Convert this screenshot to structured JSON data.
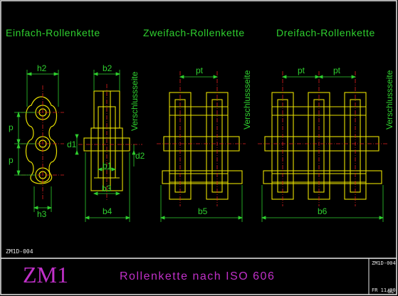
{
  "headings": {
    "single": "Einfach-Rollenkette",
    "double": "Zweifach-Rollenkette",
    "triple": "Dreifach-Rollenkette"
  },
  "dims": {
    "h2": "h2",
    "b2": "b2",
    "p_top": "p",
    "p_bottom": "p",
    "d1": "d1",
    "d2": "d2",
    "b1": "b1",
    "b3": "b3",
    "h3": "h3",
    "b4": "b4",
    "pt_double": "pt",
    "pt_triple_a": "pt",
    "pt_triple_b": "pt",
    "b5": "b5",
    "b6": "b6"
  },
  "closure_labels": {
    "single": "Verschlussseite",
    "double": "Verschlussseite",
    "triple": "Verschlussseite"
  },
  "drawing_code": "ZM1D-004",
  "titleblock": {
    "code": "ZM1",
    "description": "Rollenkette nach ISO 606",
    "ref_top": "ZM1D-004",
    "ref_bottom": "FR 11/00",
    "corner": "BL"
  },
  "colors": {
    "dimension": "#2fd02f",
    "outline": "#e8e000",
    "centerline": "#e02020",
    "frame": "#e8e8e8",
    "title": "#c030c8"
  }
}
